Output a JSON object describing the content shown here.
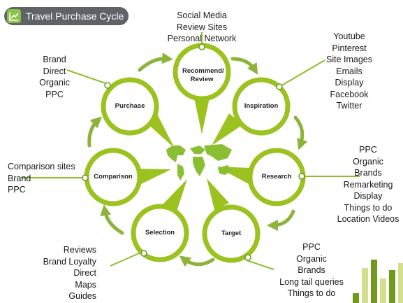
{
  "title": "Travel Purchase Cycle",
  "colors": {
    "accent": "#9bc21f",
    "arrow": "#8db33a",
    "badge": "#5f6368",
    "map": "#8bbf33"
  },
  "icons": {
    "title": "line-chart-icon",
    "center": "world-map-icon",
    "corner": "bar-chart-icon"
  },
  "stages": {
    "recommend": {
      "label": "Recommend/ Review",
      "items": [
        "Social Media",
        "Review Sites",
        "Personal Network"
      ]
    },
    "inspiration": {
      "label": "Inspiration",
      "items": [
        "Youtube",
        "Pinterest",
        "Site Images",
        "Emails",
        "Display",
        "Facebook",
        "Twitter"
      ]
    },
    "research": {
      "label": "Research",
      "items": [
        "PPC",
        "Organic",
        "Brands",
        "Remarketing",
        "Display",
        "Things to do",
        "Location Videos"
      ]
    },
    "target": {
      "label": "Target",
      "items": [
        "PPC",
        "Organic",
        "Brands",
        "Long tail queries",
        "Things to do"
      ]
    },
    "selection": {
      "label": "Selection",
      "items": [
        "Reviews",
        "Brand Loyalty",
        "Direct",
        "Maps",
        "Guides"
      ]
    },
    "comparison": {
      "label": "Comparison",
      "items": [
        "Comparison sites",
        "Brand",
        "PPC"
      ]
    },
    "purchase": {
      "label": "Purchase",
      "items": [
        "Brand",
        "Direct",
        "Organic",
        "PPC"
      ]
    }
  }
}
